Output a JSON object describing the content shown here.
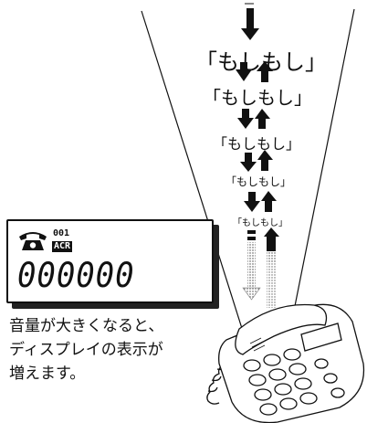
{
  "diagram": {
    "phrases": [
      "「もしもし」",
      "「もしもし」",
      "「もしもし」",
      "「もしもし」",
      "「もしもし」"
    ],
    "lcd": {
      "count": "001",
      "mode": "ACR",
      "digits": "000000"
    },
    "caption_lines": [
      "音量が大きくなると、",
      "ディスプレイの表示が",
      "増えます。"
    ],
    "icons": [
      "handset-icon",
      "down-arrow-icon",
      "up-arrow-icon",
      "telephone-device-icon"
    ]
  }
}
